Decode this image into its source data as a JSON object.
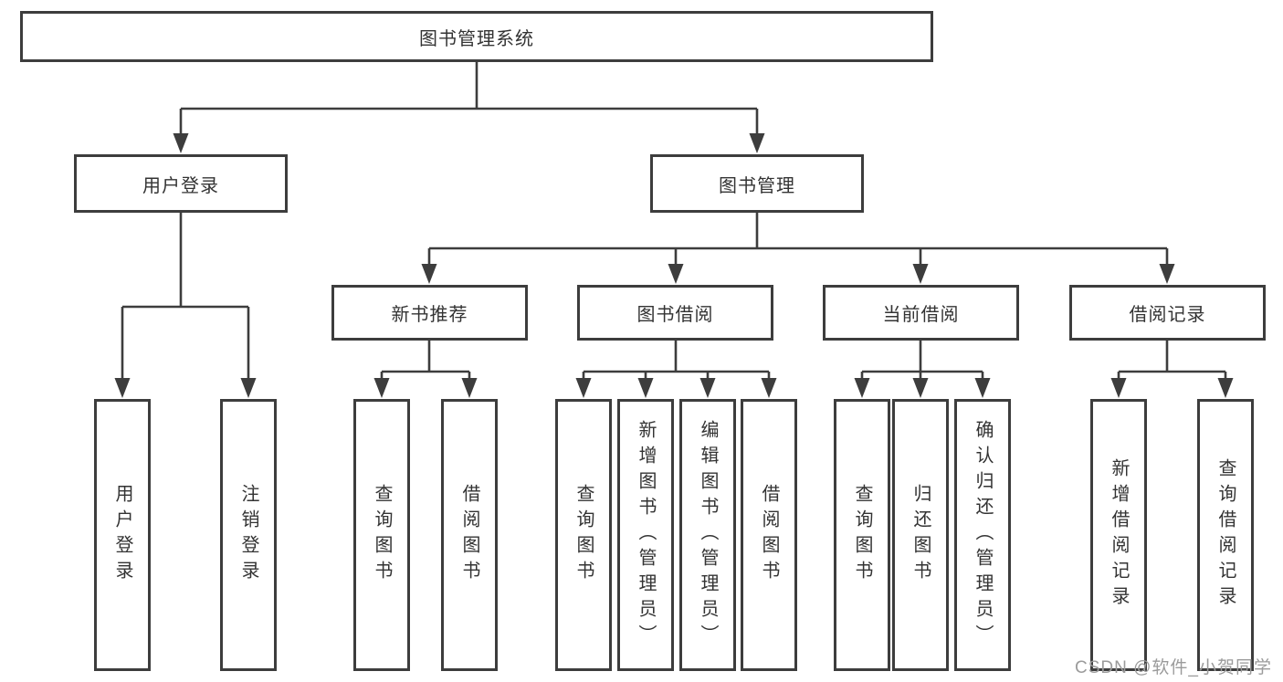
{
  "diagram": {
    "title": "图书管理系统",
    "branches": [
      {
        "label": "用户登录",
        "children": [
          "用户登录",
          "注销登录"
        ]
      },
      {
        "label": "图书管理",
        "sections": [
          {
            "label": "新书推荐",
            "children": [
              "查询图书",
              "借阅图书"
            ]
          },
          {
            "label": "图书借阅",
            "children": [
              "查询图书",
              "新增图书（管理员）",
              "编辑图书（管理员）",
              "借阅图书"
            ]
          },
          {
            "label": "当前借阅",
            "children": [
              "查询图书",
              "归还图书",
              "确认归还（管理员）"
            ]
          },
          {
            "label": "借阅记录",
            "children": [
              "新增借阅记录",
              "查询借阅记录"
            ]
          }
        ]
      }
    ]
  },
  "watermark": {
    "text": "CSDN @软件_小贺同学"
  },
  "colors": {
    "line": "#3d3d3d",
    "text": "#333333",
    "watermark": "#9b9b9b",
    "background": "#ffffff"
  }
}
